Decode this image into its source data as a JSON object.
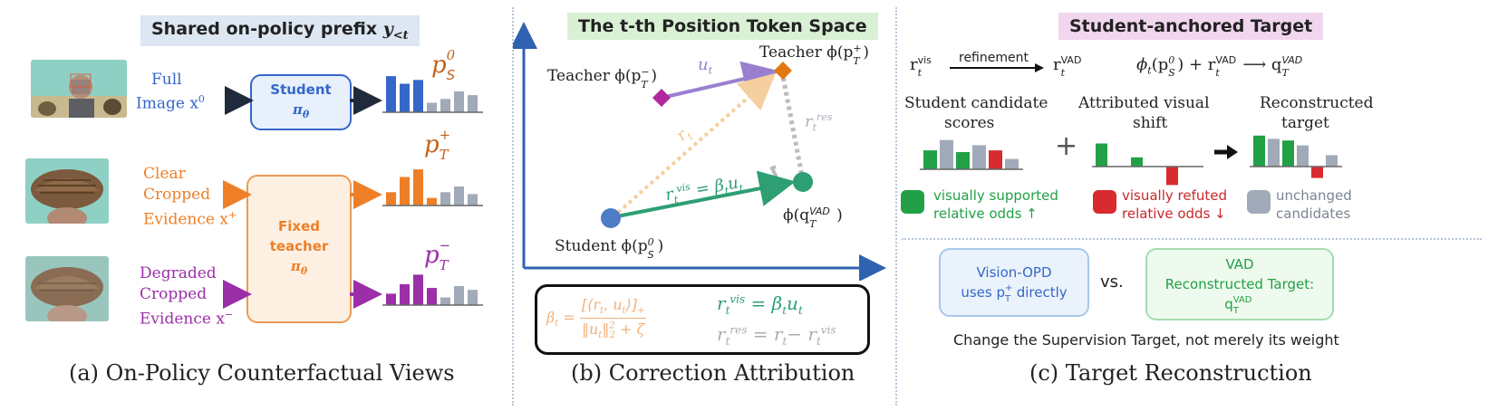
{
  "panel_a": {
    "prefix_text": "Shared on-policy prefix",
    "prefix_math": "y",
    "prefix_sub": "<t",
    "full_image_line1": "Full",
    "full_image_line2": "Image x",
    "full_image_sup": "0",
    "student_line1": "Student",
    "student_math": "π",
    "student_sub": "θ",
    "clear_line1": "Clear",
    "clear_line2": "Cropped",
    "clear_line3": "Evidence x",
    "clear_sup": "+",
    "degraded_line1": "Degraded",
    "degraded_line2": "Cropped",
    "degraded_line3": "Evidence x",
    "degraded_sup": "−",
    "teacher_line1": "Fixed",
    "teacher_line2": "teacher",
    "teacher_math": "π",
    "teacher_sub": "θ",
    "p_s_label": "p",
    "p_s_sub": "S",
    "p_s_sup": "0",
    "p_plus_label": "p",
    "p_plus_sub": "T",
    "p_plus_sup": "+",
    "p_minus_label": "p",
    "p_minus_sub": "T",
    "p_minus_sup": "−",
    "caption": "(a) On-Policy Counterfactual Views",
    "colors": {
      "blue": "#3567c9",
      "orange": "#ee7f27",
      "purple": "#9b2fa8",
      "gray": "#a0aab8"
    }
  },
  "panel_b": {
    "title": "The t-th Position Token Space",
    "teacher_minus": "Teacher ϕ(p",
    "teacher_minus_sub": "T",
    "teacher_minus_sup": "−",
    "teacher_plus": "Teacher ϕ(p",
    "teacher_plus_sub": "T",
    "teacher_plus_sup": "+",
    "u_t": "u",
    "u_t_sub": "t",
    "r_t": "r",
    "r_t_sub": "t",
    "r_res": "r",
    "r_res_sub": "t",
    "r_res_sup": "res",
    "r_vis_eq": "r",
    "r_vis_eq_sub": "t",
    "r_vis_eq_sup": "vis",
    "r_vis_eq_rhs": "= β",
    "r_vis_eq_rhs_sub": "t",
    "r_vis_eq_rhs_tail": "u",
    "r_vis_eq_rhs_tail_sub": "t",
    "q_label": "ϕ(q",
    "q_sub": "T",
    "q_sup": "VAD",
    "student_label": "Student ϕ(p",
    "student_sub": "S",
    "student_sup": "0",
    "formula_beta": "β",
    "formula_beta_sub": "t",
    "formula_num": "[⟨r",
    "formula_num_mid": ", u",
    "formula_num_end": "⟩]",
    "formula_num_plus": "+",
    "formula_den": "‖u",
    "formula_den_end": "‖",
    "formula_den_tail": " + ζ",
    "formula_vis": "r",
    "formula_vis_sup": "vis",
    "formula_vis_rhs": "= β",
    "formula_res": "r",
    "formula_res_sup": "res",
    "formula_res_rhs": "= r",
    "formula_res_minus": "− r",
    "caption": "(b) Correction Attribution",
    "colors": {
      "student": "#4f7cc6",
      "teacher_plus": "#e07a10",
      "teacher_minus": "#b0289e",
      "vad": "#2e9e73",
      "residual": "#b8bcc2",
      "r": "#f6cfa0",
      "u": "#9a7fd0"
    }
  },
  "panel_c": {
    "title": "Student-anchored Target",
    "r_vis": "r",
    "r_vis_sub": "t",
    "r_vis_sup": "vis",
    "refinement": "refinement",
    "r_vad": "r",
    "r_vad_sub": "t",
    "r_vad_sup": "VAD",
    "eq_phi": "ϕ",
    "eq_phi_sub": "t",
    "eq_arg": "(p",
    "eq_arg_sub": "S",
    "eq_arg_sup": "0",
    "eq_plus": ") + r",
    "eq_arrow": "⟶ q",
    "eq_q_sub": "T",
    "eq_q_sup": "VAD",
    "student_scores_line1": "Student candidate",
    "student_scores_line2": "scores",
    "attributed_line1": "Attributed visual",
    "attributed_line2": "shift",
    "reconstructed_line1": "Reconstructed",
    "reconstructed_line2": "target",
    "plus": "+",
    "legend_green_line1": "visually supported",
    "legend_green_line2": "relative odds ↑",
    "legend_red_line1": "visually refuted",
    "legend_red_line2": "relative odds ↓",
    "legend_gray_line1": "unchanged",
    "legend_gray_line2": "candidates",
    "vision_opd_line1": "Vision-OPD",
    "vision_opd_line2": "uses p",
    "vision_opd_sub": "T",
    "vision_opd_sup": "+",
    "vision_opd_tail": " directly",
    "vs": "vs.",
    "vad_line1": "VAD",
    "vad_line2": "Reconstructed Target:",
    "vad_line3": "q",
    "vad_line3_sub": "T",
    "vad_line3_sup": "VAD",
    "note": "Change the Supervision Target, not merely its weight",
    "caption": "(c) Target Reconstruction",
    "colors": {
      "green": "#22a046",
      "red": "#d82b30",
      "gray": "#a0aab8",
      "green_text": "#22a046",
      "red_text": "#c8282b"
    }
  },
  "chart_data": [
    {
      "type": "bar",
      "title": "",
      "series": [
        {
          "values": [
            0.95,
            0.75,
            0.85,
            0.25,
            0.35,
            0.55,
            0.45
          ]
        }
      ]
    },
    {
      "type": "bar",
      "title": "",
      "series": [
        {
          "values": [
            0.35,
            0.75,
            0.95,
            0.2,
            0.35,
            0.5,
            0.3
          ]
        }
      ]
    },
    {
      "type": "bar",
      "title": "",
      "series": [
        {
          "values": [
            0.3,
            0.55,
            0.8,
            0.45,
            0.2,
            0.5,
            0.4
          ]
        }
      ]
    },
    {
      "type": "bar",
      "title": "",
      "series": [
        {
          "values": [
            0.55,
            0.85,
            0.5,
            0.7,
            0.55,
            0.3
          ]
        }
      ]
    },
    {
      "type": "bar",
      "title": "",
      "series": [
        {
          "values": [
            0.75,
            0.3,
            -0.6
          ]
        }
      ]
    },
    {
      "type": "bar",
      "title": "",
      "series": [
        {
          "values": [
            0.95,
            0.85,
            0.8,
            0.65,
            -0.35,
            0.35
          ]
        }
      ]
    }
  ]
}
